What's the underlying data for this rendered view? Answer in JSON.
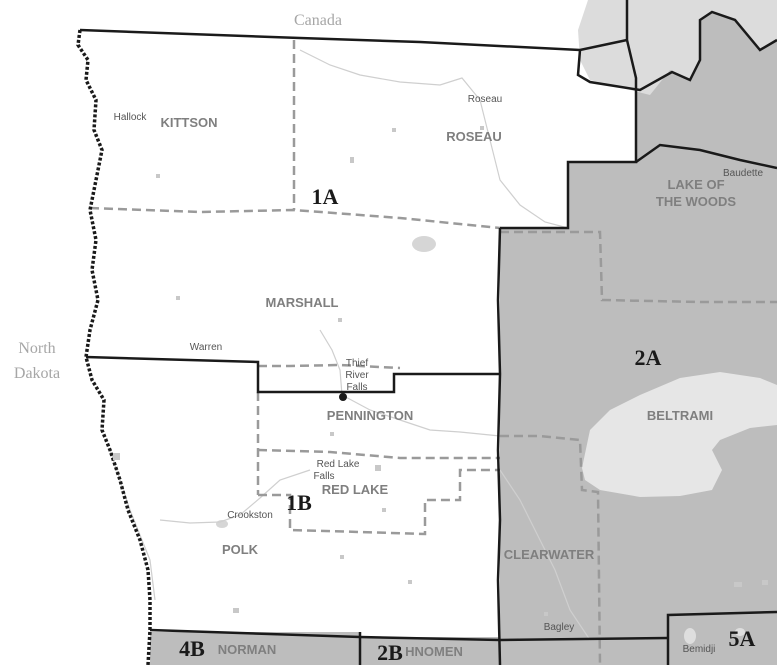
{
  "colors": {
    "background": "#ffffff",
    "shaded_region": "#bdbdbd",
    "lake": "#dcdcdc",
    "boundary_major": "#1a1a1a",
    "boundary_county": "#9a9a9a",
    "river": "#cfcfcf"
  },
  "neighbors": {
    "canada": "Canada",
    "north_dakota_line1": "North",
    "north_dakota_line2": "Dakota"
  },
  "regions": {
    "r1a": "1A",
    "r1b": "1B",
    "r2a": "2A",
    "r4b": "4B",
    "r2b": "2B",
    "r5a": "5A"
  },
  "counties": {
    "kittson": "KITTSON",
    "roseau": "ROSEAU",
    "lake_of_woods_line1": "LAKE OF",
    "lake_of_woods_line2": "THE WOODS",
    "marshall": "MARSHALL",
    "pennington": "PENNINGTON",
    "red_lake": "RED LAKE",
    "polk": "POLK",
    "beltrami": "BELTRAMI",
    "clearwater": "CLEARWATER",
    "norman": "NORMAN",
    "mahnomen": "HNOMEN"
  },
  "cities": {
    "hallock": "Hallock",
    "roseau": "Roseau",
    "baudette": "Baudette",
    "warren": "Warren",
    "thief_river_falls_line1": "Thief",
    "thief_river_falls_line2": "River",
    "thief_river_falls_line3": "Falls",
    "red_lake_falls_line1": "Red Lake",
    "red_lake_falls_line2": "Falls",
    "crookston": "Crookston",
    "bagley": "Bagley",
    "bemidji": "Bemidji"
  }
}
